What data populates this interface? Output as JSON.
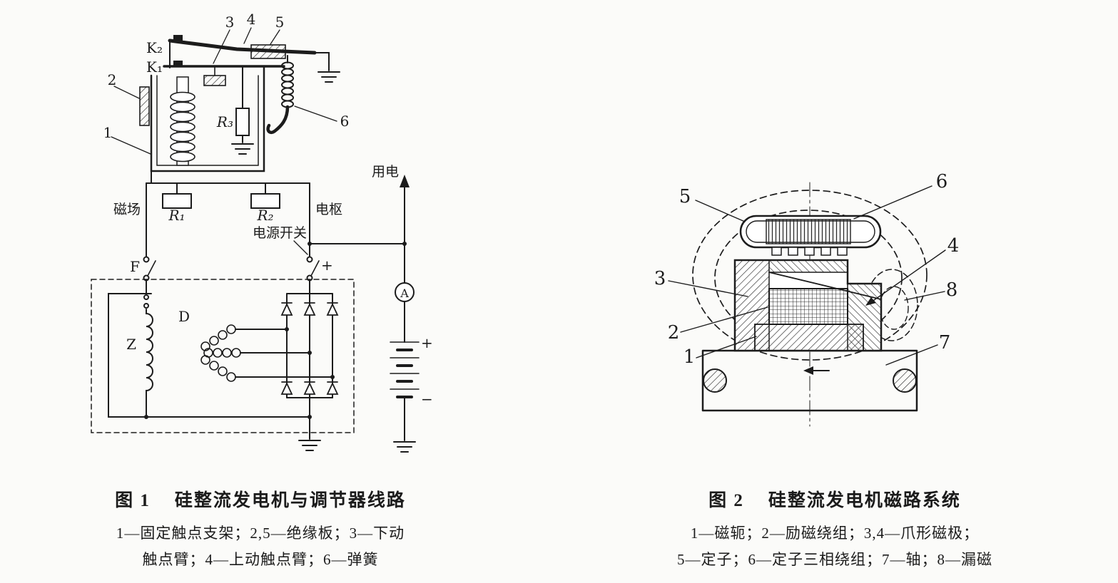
{
  "page": {
    "background": "#fbfbf9",
    "ink": "#1c1c1c"
  },
  "figure1": {
    "fig_no": "图 1",
    "title": "硅整流发电机与调节器线路",
    "legend_line1": "1—固定触点支架；2,5—绝缘板；3—下动",
    "legend_line2": "触点臂；4—上动触点臂；6—弹簧",
    "labels": {
      "k2": "K₂",
      "k1": "K₁",
      "part1": "1",
      "part2": "2",
      "part3": "3",
      "part4": "4",
      "part5": "5",
      "part6": "6",
      "r1": "R₁",
      "r2": "R₂",
      "r3": "R₃",
      "field_terminal": "磁场",
      "armature_terminal": "电枢",
      "load": "用电",
      "power_switch": "电源开关",
      "f": "F",
      "plus": "+",
      "z": "Z",
      "d": "D",
      "ammeter": "A",
      "battery_plus": "+",
      "battery_minus": "−"
    }
  },
  "figure2": {
    "fig_no": "图 2",
    "title": "硅整流发电机磁路系统",
    "legend_line1": "1—磁轭；2—励磁绕组；3,4—爪形磁极；",
    "legend_line2": "5—定子；6—定子三相绕组；7—轴；8—漏磁",
    "labels": {
      "part1": "1",
      "part2": "2",
      "part3": "3",
      "part4": "4",
      "part5": "5",
      "part6": "6",
      "part7": "7",
      "part8": "8"
    }
  }
}
